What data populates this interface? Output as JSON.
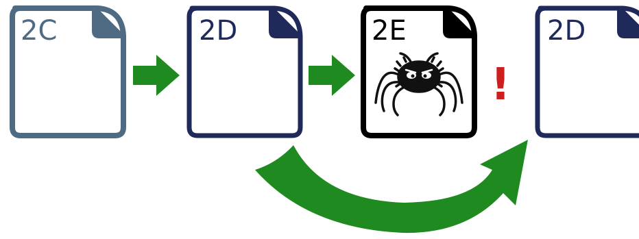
{
  "documents": [
    {
      "id": "doc-2c",
      "label": "2C",
      "color": "#4f6b84",
      "fold_color": "#4f6b84"
    },
    {
      "id": "doc-2d-first",
      "label": "2D",
      "color": "#1f2a5a",
      "fold_color": "#1f2a5a"
    },
    {
      "id": "doc-2e",
      "label": "2E",
      "color": "#000000",
      "fold_color": "#000000",
      "icon": "spider-bug-icon"
    },
    {
      "id": "doc-2d-second",
      "label": "2D",
      "color": "#1f2a5a",
      "fold_color": "#1f2a5a"
    }
  ],
  "warning": {
    "text": "!",
    "color": "#cc1f1f"
  },
  "arrows": {
    "color": "#1f8a1f",
    "straight": [
      "arrow-2c-to-2d",
      "arrow-2d-to-2e"
    ],
    "curved": "arrow-skip-2e"
  }
}
